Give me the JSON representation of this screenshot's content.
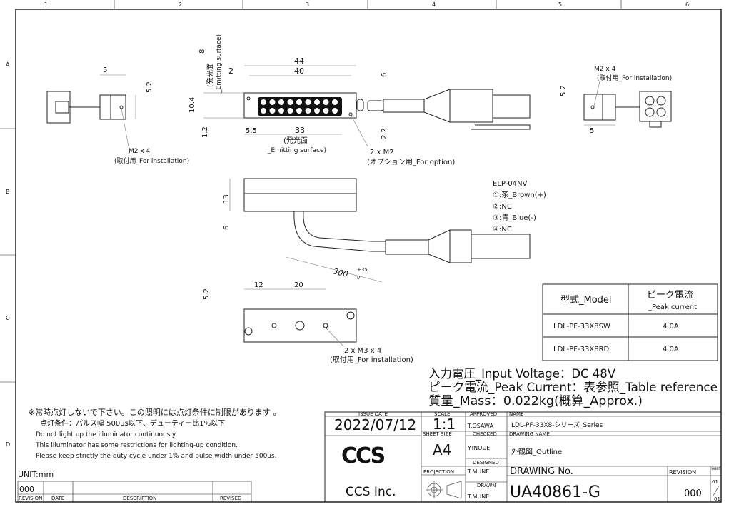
{
  "grid": {
    "columns": [
      "1",
      "2",
      "3",
      "4",
      "5",
      "6"
    ],
    "rows": [
      "A",
      "B",
      "C",
      "D"
    ]
  },
  "views": {
    "side_left": {
      "dim_5": "5",
      "dim_5_2": "5.2",
      "hole_label": "M2 x 4",
      "hole_note": "(取付用_For installation)"
    },
    "front": {
      "dim_8": "8",
      "emit_v": "(発光面",
      "emit_v2": "_Emitting surface)",
      "dim_44": "44",
      "dim_40": "40",
      "dim_2": "2",
      "dim_10_4": "10.4",
      "dim_1_2": "1.2",
      "dim_5_5": "5.5",
      "dim_33": "33",
      "emit_h": "(発光面",
      "emit_h2": "_Emitting surface)",
      "dim_6": "6",
      "dim_2_2": "2.2",
      "opt_label": "2 x M2",
      "opt_note": "(オプション用_For option)"
    },
    "side_right": {
      "hole_label": "M2 x 4",
      "hole_note": "(取付用_For installation)",
      "dim_5_2": "5.2",
      "dim_5": "5"
    },
    "top": {
      "dim_13": "13",
      "dim_6": "6",
      "cable_len": "300",
      "tol_plus": "+35",
      "tol_minus": "0"
    },
    "connector": {
      "model": "ELP-04NV",
      "pins": [
        "①:茶_Brown(+)",
        "②:NC",
        "③:青_Blue(-)",
        "④:NC"
      ]
    },
    "bottom": {
      "dim_12": "12",
      "dim_20": "20",
      "dim_5_2": "5.2",
      "hole_label": "2 x M3 x 4",
      "hole_note": "(取付用_For installation)"
    }
  },
  "model_table": {
    "headers": [
      "型式_Model",
      "ピーク電流",
      "_Peak current"
    ],
    "rows": [
      {
        "model": "LDL-PF-33X8SW",
        "current": "4.0A"
      },
      {
        "model": "LDL-PF-33X8RD",
        "current": "4.0A"
      }
    ]
  },
  "specs": [
    "入力電圧_Input Voltage：DC 48V",
    "ピーク電流_Peak Current：表参照_Table reference",
    "質量_Mass：0.022kg(概算_Approx.)"
  ],
  "notes": [
    "※常時点灯しないで下さい。この照明には点灯条件に制限があります 。",
    "点灯条件：パルス幅 500μs以下、デューティー比1%以下",
    "Do not light up the illuminator continuously.",
    "This illuminator has some restrictions for lighting-up condition.",
    "Please keep strictly the duty cycle under 1% and pulse width under 500μs."
  ],
  "unit": "UNIT:mm",
  "revision_table": {
    "value": "000",
    "headers": [
      "REVISION",
      "DATE",
      "DESCRIPTION",
      "REVISED"
    ]
  },
  "title_block": {
    "issue_date_label": "ISSUE DATE",
    "issue_date": "2022/07/12",
    "scale_label": "SCALE",
    "scale": "1:1",
    "sheet_size_label": "SHEET  SIZE",
    "sheet_size": "A4",
    "projection_label": "PROJECTION",
    "approved_label": "APPROVED",
    "approved": "T.OSAWA",
    "checked_label": "CHECKED",
    "checked": "Y.INOUE",
    "designed_label": "DESIGNED",
    "designed": "T.MUNE",
    "drawn_label": "DRAWN",
    "drawn": "T.MUNE",
    "name_label": "NAME",
    "name": "LDL-PF-33X8-シリーズ_Series",
    "drawing_name_label": "DRAWING NAME",
    "drawing_name": "外観図_Outline",
    "drawing_no_label": "DRAWING No.",
    "drawing_no": "UA40861-G",
    "revision_label": "REVISION",
    "revision": "000",
    "sheet_label": "SHEET",
    "sheet_num": "01",
    "sheet_total": "01",
    "logo": "CCS",
    "company": "CCS Inc."
  }
}
